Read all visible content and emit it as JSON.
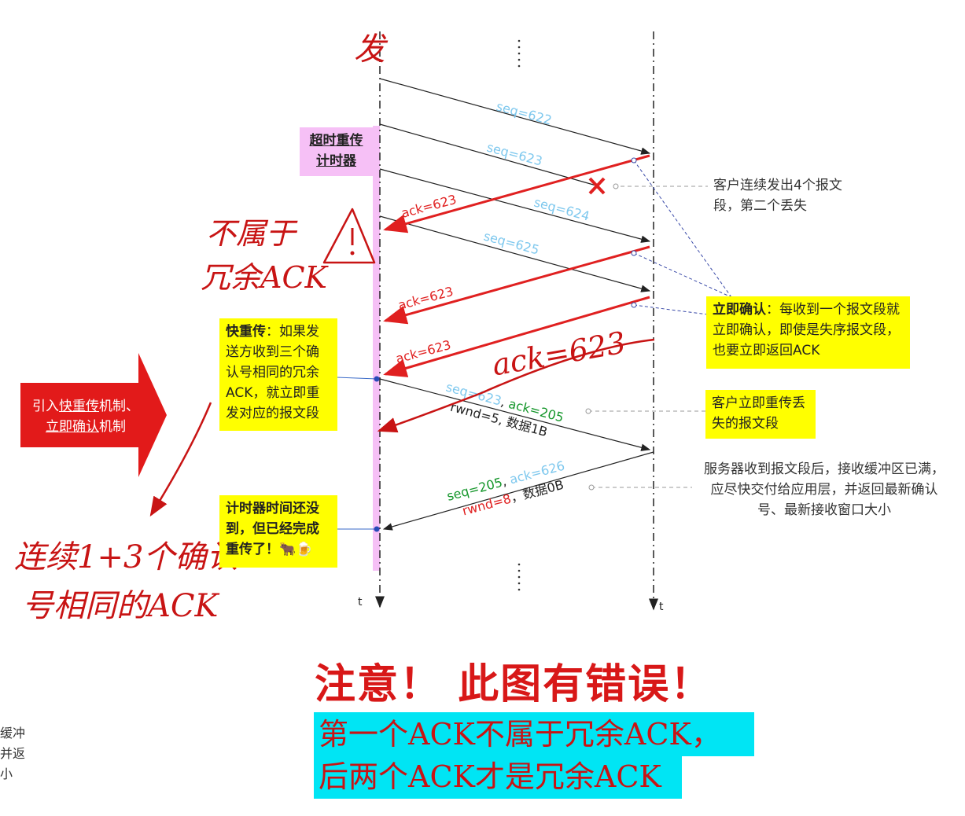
{
  "handwriting": {
    "top_char": "发",
    "not_redundant_line1": "不属于",
    "not_redundant_line2": "冗余ACK",
    "ack_big": "ack=623",
    "consecutive_line1": "连续1+3个确认",
    "consecutive_line2": "号相同的ACK"
  },
  "timer": {
    "line1": "超时重传",
    "line2": "计时器"
  },
  "segments": {
    "seq622": "seq=622",
    "seq623": "seq=623",
    "seq624": "seq=624",
    "seq625": "seq=625",
    "ack1": "ack=623",
    "ack2": "ack=623",
    "ack3": "ack=623",
    "retx_seq": "seq=623",
    "retx_ack": "ack=205",
    "retx_rwnd": "rwnd=5, 数据1B",
    "resp_seq": "seq=205",
    "resp_ack": "ack=626",
    "resp_rwnd": "rwnd=8",
    "resp_data": "数据0B"
  },
  "axis": {
    "t_left": "t",
    "t_right": "t"
  },
  "boxes": {
    "fast_title": "快重传",
    "fast_body": "：如果发送方收到三个确认号相同的冗余ACK，就立即重发对应的报文段",
    "timer_done": "计时器时间还没到，但已经完成重传了！🐂🍺",
    "immediate_title": "立即确认",
    "immediate_body": "：每收到一个报文段就立即确认，即使是失序报文段，也要立即返回ACK",
    "client_resend": "客户立即重传丢失的报文段"
  },
  "arrow_label": {
    "line1_pre": "引入",
    "line1_u": "快重传",
    "line1_post": "机制、",
    "line2_u": "立即确认",
    "line2_post": "机制"
  },
  "notes": {
    "client_sent": "客户连续发出4个报文段，第二个丢失",
    "server_recv": "服务器收到报文段后，接收缓冲区已满，应尽快交付给应用层，并返回最新确认号、最新接收窗口大小"
  },
  "warning": {
    "title": "注意！ 此图有错误！",
    "line1": "第一个ACK不属于冗余ACK，",
    "line2": "后两个ACK才是冗余ACK"
  },
  "edge_fragment": {
    "l1": "缓冲",
    "l2": "并返",
    "l3": "小"
  },
  "colors": {
    "seq": "#7ec8ee",
    "ack_red": "#e02020",
    "green": "#14962a",
    "yellow": "#ffff00",
    "pink": "#f6c0f6",
    "cyan": "#00e5f4"
  }
}
